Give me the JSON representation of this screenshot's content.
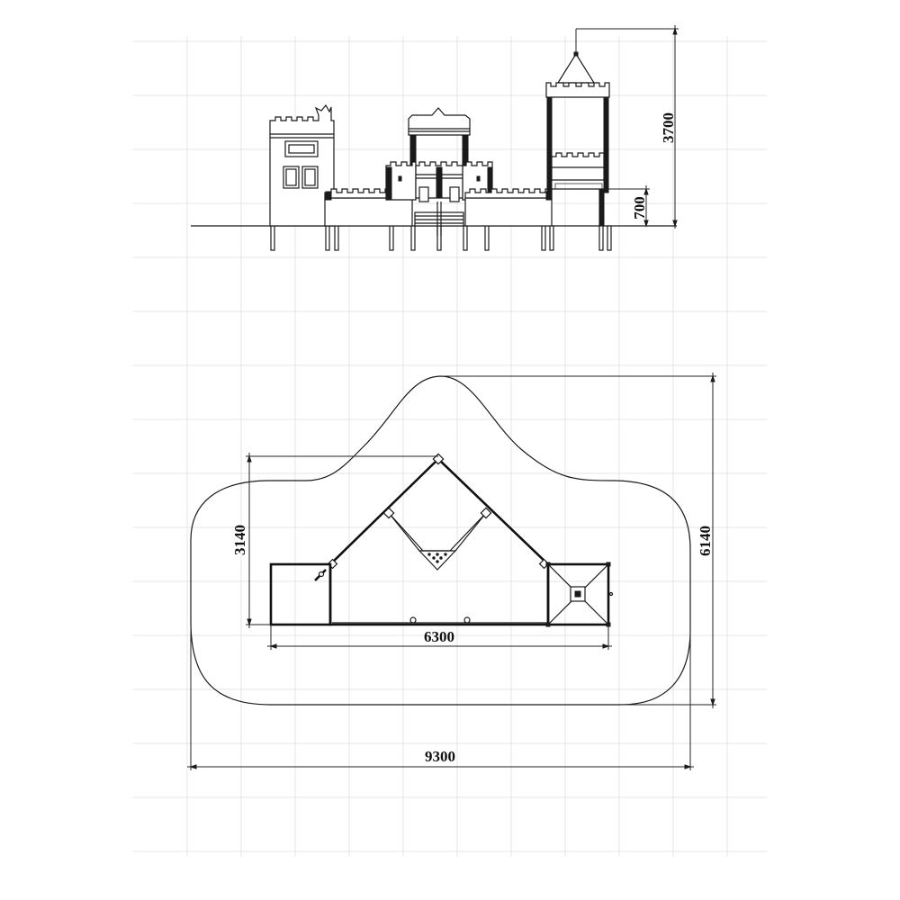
{
  "side_view": {
    "dims": {
      "total_height": "3700",
      "platform_height": "700"
    }
  },
  "plan_view": {
    "dims": {
      "depth": "3140",
      "length": "6300",
      "zone_depth": "6140",
      "zone_length": "9300"
    }
  }
}
